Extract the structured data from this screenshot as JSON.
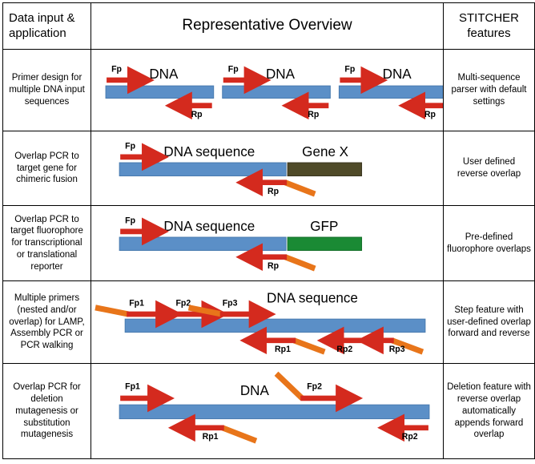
{
  "figure": {
    "colors": {
      "dna_blue": "#5B8FC7",
      "dna_blue_border": "#4A7CB0",
      "gene_olive": "#4F4A28",
      "gene_olive_border": "#3A3620",
      "gfp_green": "#1A8A34",
      "gfp_green_border": "#15702A",
      "primer_red": "#D42A1E",
      "overlap_orange": "#E8751A",
      "border_black": "#000000",
      "background": "#FFFFFF"
    },
    "header": {
      "left": "Data input & application",
      "middle": "Representative Overview",
      "right": "STITCHER features"
    },
    "rows": [
      {
        "id": "row-multi-sequence",
        "application": "Primer design for multiple DNA input sequences",
        "features": "Multi-sequence parser with default settings",
        "diagram": {
          "segments": [
            {
              "label": "DNA",
              "forward_primer": "Fp",
              "reverse_primer": "Rp"
            },
            {
              "label": "DNA",
              "forward_primer": "Fp",
              "reverse_primer": "Rp"
            },
            {
              "label": "DNA",
              "forward_primer": "Fp",
              "reverse_primer": "Rp"
            }
          ]
        }
      },
      {
        "id": "row-chimeric-fusion",
        "application": "Overlap PCR to target gene for chimeric fusion",
        "features": "User defined reverse overlap",
        "diagram": {
          "main_label": "DNA sequence",
          "target_label": "Gene X",
          "target_color": "#4F4A28",
          "forward_primer": "Fp",
          "reverse_primer": "Rp"
        }
      },
      {
        "id": "row-fluorophore-reporter",
        "application": "Overlap PCR to target fluorophore for transcriptional or translational reporter",
        "features": "Pre-defined fluorophore overlaps",
        "diagram": {
          "main_label": "DNA sequence",
          "target_label": "GFP",
          "target_color": "#1A8A34",
          "forward_primer": "Fp",
          "reverse_primer": "Rp"
        }
      },
      {
        "id": "row-multiple-primers",
        "application": "Multiple primers (nested and/or overlap) for LAMP, Assembly PCR or PCR walking",
        "features": "Step feature with user-defined overlap forward and reverse",
        "diagram": {
          "main_label": "DNA sequence",
          "forward_primers": [
            "Fp1",
            "Fp2",
            "Fp3"
          ],
          "reverse_primers": [
            "Rp1",
            "Rp2",
            "Rp3"
          ]
        }
      },
      {
        "id": "row-deletion-mutagenesis",
        "application": "Overlap PCR for deletion mutagenesis or substitution mutagenesis",
        "features": "Deletion feature with reverse overlap automatically appends forward overlap",
        "diagram": {
          "main_label": "DNA",
          "forward_primers": [
            "Fp1",
            "Fp2"
          ],
          "reverse_primers": [
            "Rp1",
            "Rp2"
          ]
        }
      }
    ]
  }
}
